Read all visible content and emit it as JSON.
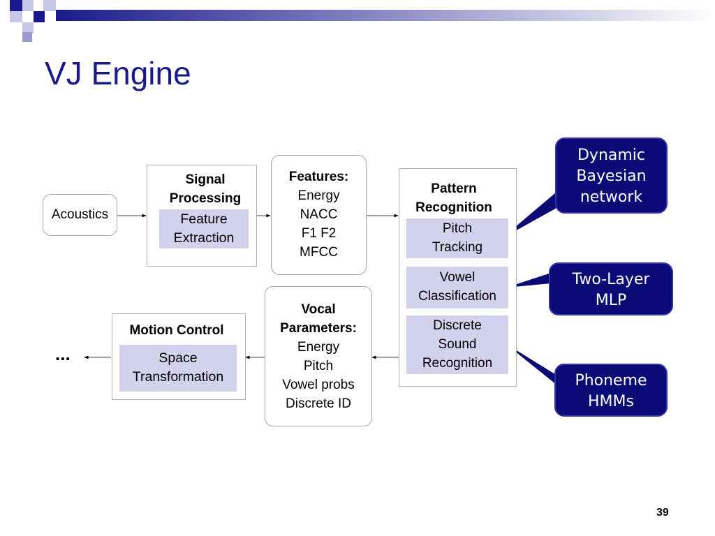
{
  "slide": {
    "title": "VJ Engine",
    "page_number": "39"
  },
  "theme": {
    "navy": "#1a1a8c",
    "lavender": "#d2d2ec",
    "callout_fill": "#0b0b78"
  },
  "nodes": {
    "acoustics": "Acoustics",
    "signal_processing": {
      "title_line1": "Signal",
      "title_line2": "Processing",
      "sub_line1": "Feature",
      "sub_line2": "Extraction"
    },
    "features": {
      "title": "Features:",
      "items": [
        "Energy",
        "NACC",
        "F1 F2",
        "MFCC"
      ]
    },
    "pattern_recognition": {
      "title_line1": "Pattern",
      "title_line2": "Recognition",
      "pitch_line1": "Pitch",
      "pitch_line2": "Tracking",
      "vowel_line1": "Vowel",
      "vowel_line2": "Classification",
      "discrete_line1": "Discrete",
      "discrete_line2": "Sound",
      "discrete_line3": "Recognition"
    },
    "vocal_parameters": {
      "title_line1": "Vocal",
      "title_line2": "Parameters:",
      "items": [
        "Energy",
        "Pitch",
        "Vowel probs",
        "Discrete ID"
      ]
    },
    "motion_control": {
      "title": "Motion Control",
      "sub_line1": "Space",
      "sub_line2": "Transformation"
    },
    "ellipsis": "..."
  },
  "callouts": {
    "dbn": [
      "Dynamic",
      "Bayesian",
      "network"
    ],
    "mlp": [
      "Two-Layer",
      "MLP"
    ],
    "hmm": [
      "Phoneme",
      "HMMs"
    ]
  }
}
